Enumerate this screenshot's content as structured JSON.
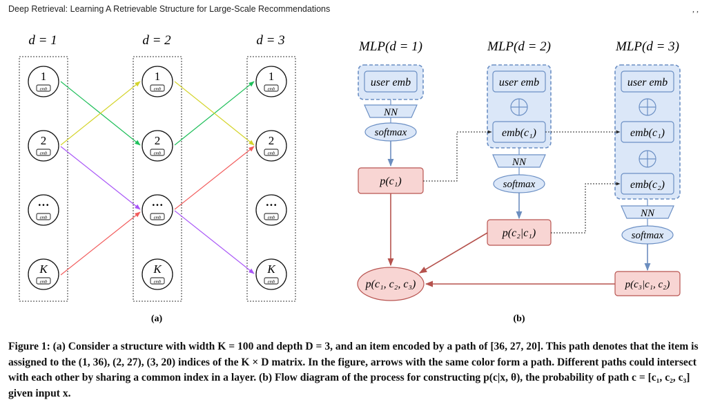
{
  "header": {
    "running_title": "Deep Retrieval: Learning A Retrievable Structure for Large-Scale Recommendations",
    "right_mark": ", ,"
  },
  "panel_a": {
    "column_titles": [
      "d = 1",
      "d = 2",
      "d = 3"
    ],
    "node_labels": [
      "1",
      "2",
      "···",
      "K"
    ],
    "emb_label": "emb",
    "sublabel": "(a)",
    "path_colors": {
      "green": "#1fbf5a",
      "yellow": "#d4d42a",
      "purple": "#a855f7",
      "red": "#f25c5c"
    }
  },
  "panel_b": {
    "column_titles": [
      "MLP(d = 1)",
      "MLP(d = 2)",
      "MLP(d = 3)"
    ],
    "user_emb": "user emb",
    "nn": "NN",
    "softmax": "softmax",
    "plus": "⊕",
    "emb_c1": "emb(c₁)",
    "emb_c2": "emb(c₂)",
    "p_c1": "p(c₁)",
    "p_c2_c1": "p(c₂|c₁)",
    "p_c3_c1_c2": "p(c₃|c₁, c₂)",
    "p_joint": "p(c₁, c₂, c₃)",
    "sublabel": "(b)",
    "colors": {
      "blue_fill": "#dbe7f8",
      "blue_stroke": "#6b8fc4",
      "red_fill": "#f8d5d3",
      "red_stroke": "#b85450",
      "red_arrow": "#b5524d",
      "blue_arrow": "#6c8ebf"
    }
  },
  "caption": {
    "text": "Figure 1: (a) Consider a structure with width K = 100 and depth D = 3, and an item encoded by a path of [36, 27, 20]. This path denotes that the item is assigned to the (1, 36), (2, 27), (3, 20) indices of the K × D matrix. In the figure, arrows with the same color form a path. Different paths could intersect with each other by sharing a common index in a layer. (b) Flow diagram of the process for constructing p(c|x, θ), the probability of path c = [c₁, c₂, c₃] given input x."
  }
}
